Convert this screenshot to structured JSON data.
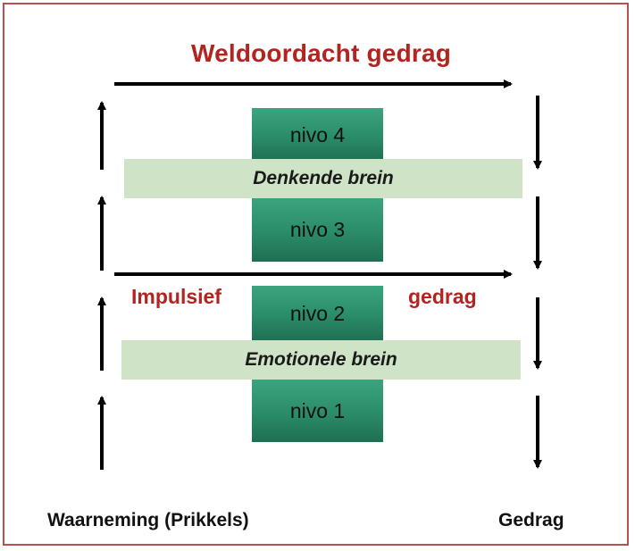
{
  "title": "Weldoordacht gedrag",
  "impulse_labels": {
    "left": "Impulsief",
    "right": "gedrag"
  },
  "levels": [
    {
      "label": "nivo 4"
    },
    {
      "label": "nivo 3"
    },
    {
      "label": "nivo 2"
    },
    {
      "label": "nivo 1"
    }
  ],
  "bands": [
    {
      "label": "Denkende brein"
    },
    {
      "label": "Emotionele brein"
    }
  ],
  "bottom": {
    "left": "Waarneming (Prikkels)",
    "right": "Gedrag"
  },
  "colors": {
    "title_red": "#b3231f",
    "level_green": "#2a8c68",
    "band_green": "#cfe3c7",
    "frame_border": "#b8524f"
  }
}
